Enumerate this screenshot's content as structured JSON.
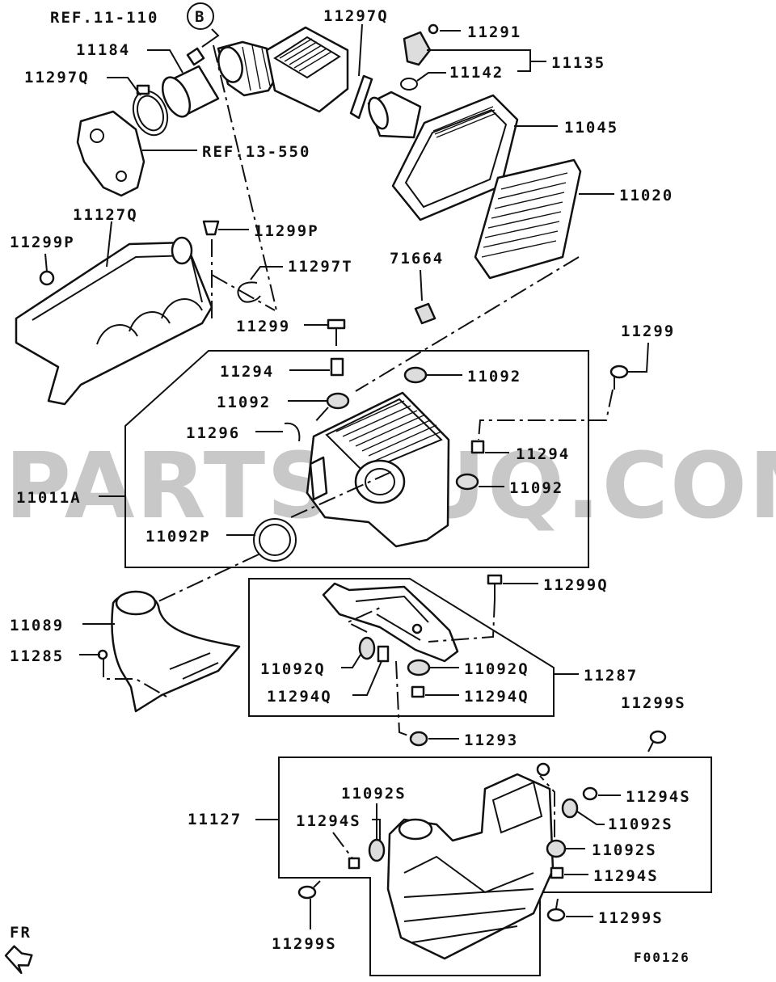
{
  "watermark": "PARTSOUQ.COM",
  "drawing_code": "F00126",
  "orientation_label": "FR",
  "ref_labels": {
    "ref_11_110": "REF.11-110",
    "ref_11_110_circle": "B",
    "ref_13_550": "REF.13-550"
  },
  "parts": {
    "p11184": "11184",
    "p11297Q_a": "11297Q",
    "p11297Q_b": "11297Q",
    "p11291": "11291",
    "p11135": "11135",
    "p11142": "11142",
    "p11045": "11045",
    "p11020": "11020",
    "p71664": "71664",
    "p11127Q": "11127Q",
    "p11299P_a": "11299P",
    "p11299P_b": "11299P",
    "p11297T": "11297T",
    "p11299_a": "11299",
    "p11299_b": "11299",
    "p11294_a": "11294",
    "p11294_b": "11294",
    "p11092_a": "11092",
    "p11092_b": "11092",
    "p11092_c": "11092",
    "p11296": "11296",
    "p11011A": "11011A",
    "p11092P": "11092P",
    "p11299Q": "11299Q",
    "p11089": "11089",
    "p11285": "11285",
    "p11092Q_a": "11092Q",
    "p11092Q_b": "11092Q",
    "p11287": "11287",
    "p11294Q_a": "11294Q",
    "p11294Q_b": "11294Q",
    "p11293": "11293",
    "p11299S_a": "11299S",
    "p11299S_b": "11299S",
    "p11299S_c": "11299S",
    "p11092S_a": "11092S",
    "p11092S_b": "11092S",
    "p11092S_c": "11092S",
    "p11294S_a": "11294S",
    "p11294S_b": "11294S",
    "p11294S_c": "11294S",
    "p11127": "11127"
  }
}
